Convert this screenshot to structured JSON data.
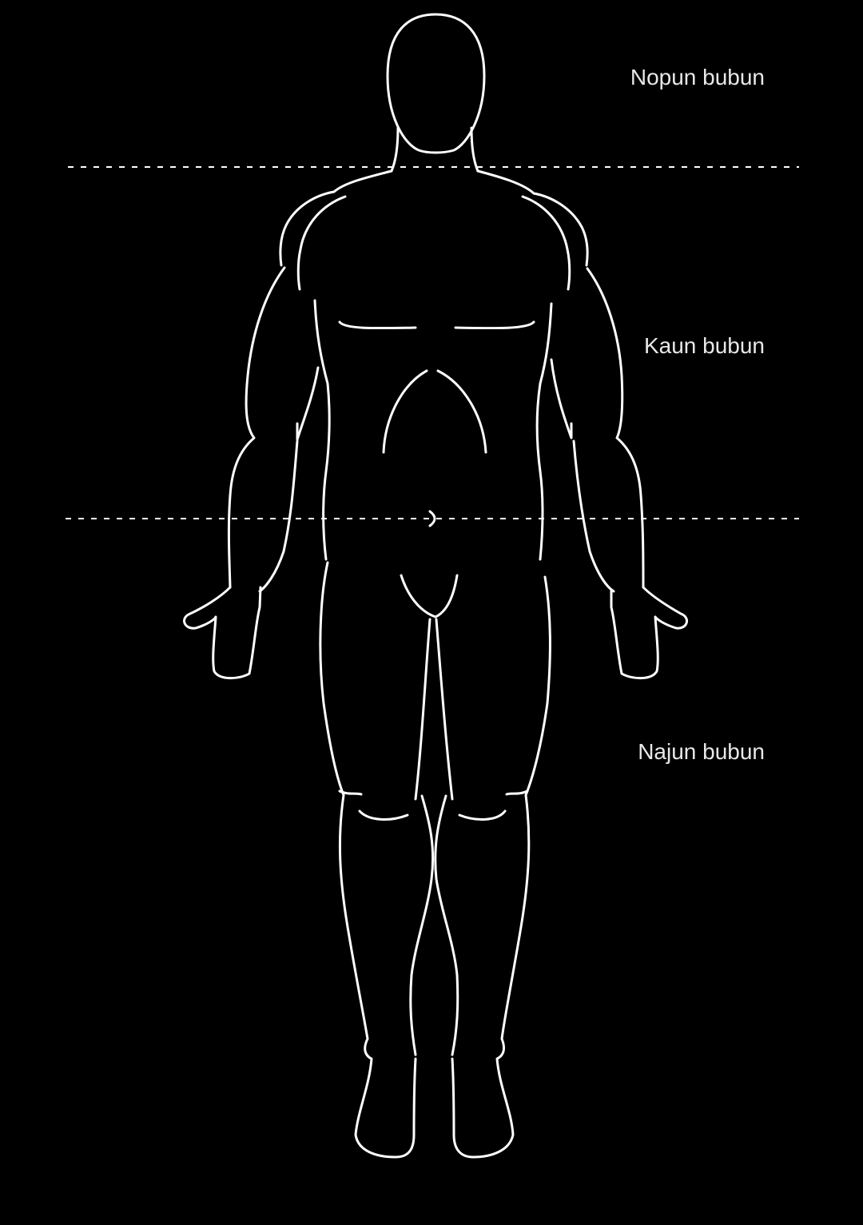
{
  "diagram": {
    "background_color": "#000000",
    "line_color": "#ffffff",
    "label_color": "#e8e8e8",
    "regions": [
      {
        "id": "upper",
        "label": "Nopun bubun"
      },
      {
        "id": "middle",
        "label": "Kaun bubun"
      },
      {
        "id": "lower",
        "label": "Najun bubun"
      }
    ]
  }
}
